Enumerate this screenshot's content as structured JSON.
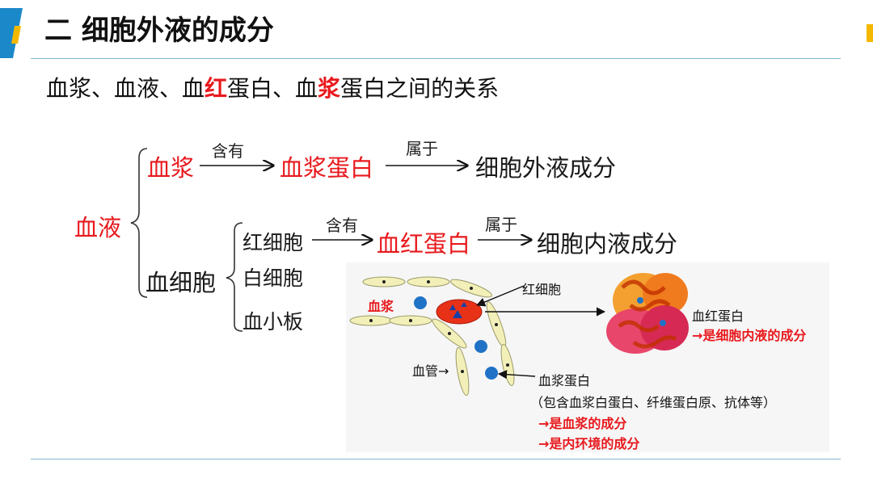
{
  "header": {
    "title": "二 细胞外液的成分",
    "brand_color": "#1a88c9",
    "accent_color": "#f5b800"
  },
  "subtitle": {
    "p1": "血浆、血液、血",
    "p2": "红",
    "p3": "蛋白、血",
    "p4": "浆",
    "p5": "蛋白之间的关系"
  },
  "tree": {
    "root": "血液",
    "plasma": "血浆",
    "contains_1": "含有",
    "plasma_protein": "血浆蛋白",
    "belongs_1": "属于",
    "extracellular": "细胞外液成分",
    "blood_cells": "血细胞",
    "rbc": "红细胞",
    "wbc": "白细胞",
    "platelet": "血小板",
    "contains_2": "含有",
    "hemoglobin": "血红蛋白",
    "belongs_2": "属于",
    "intracellular": "细胞内液成分"
  },
  "figure": {
    "rbc_label": "红细胞",
    "plasma_label": "血浆",
    "vessel_label": "血管→",
    "hemoglobin_label": "血红蛋白",
    "hemoglobin_note": "→是细胞内液的成分",
    "plasma_protein_label": "血浆蛋白",
    "plasma_protein_examples": "（包含血浆白蛋白、纤维蛋白原、抗体等）",
    "note_1": "→是血浆的成分",
    "note_2": "→是内环境的成分"
  }
}
